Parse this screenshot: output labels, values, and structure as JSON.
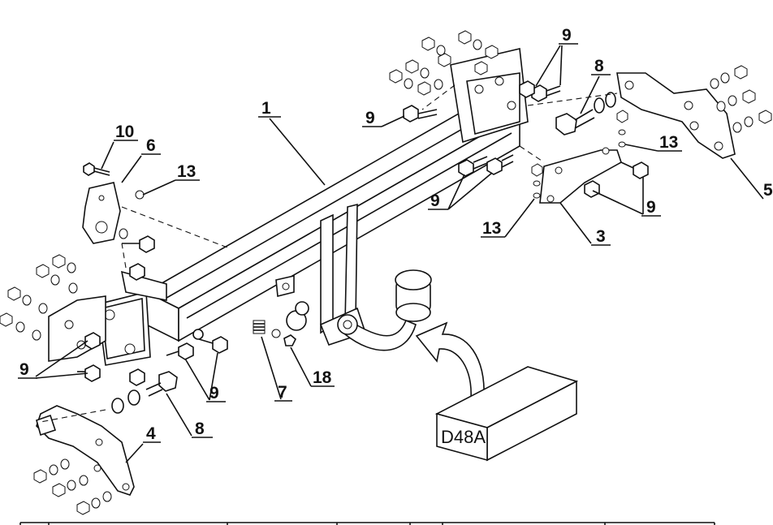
{
  "diagram": {
    "callouts": {
      "c1": "1",
      "c3": "3",
      "c4": "4",
      "c5": "5",
      "c6": "6",
      "c7": "7",
      "c8a": "8",
      "c8b": "8",
      "c9_top": "9",
      "c9_mid": "9",
      "c9_center": "9",
      "c9_right": "9",
      "c9_left": "9",
      "c9_bottom": "9",
      "c10": "10",
      "c13_left": "13",
      "c13_right_a": "13",
      "c13_right_b": "13",
      "c18": "18"
    },
    "box_label": "D48A"
  }
}
